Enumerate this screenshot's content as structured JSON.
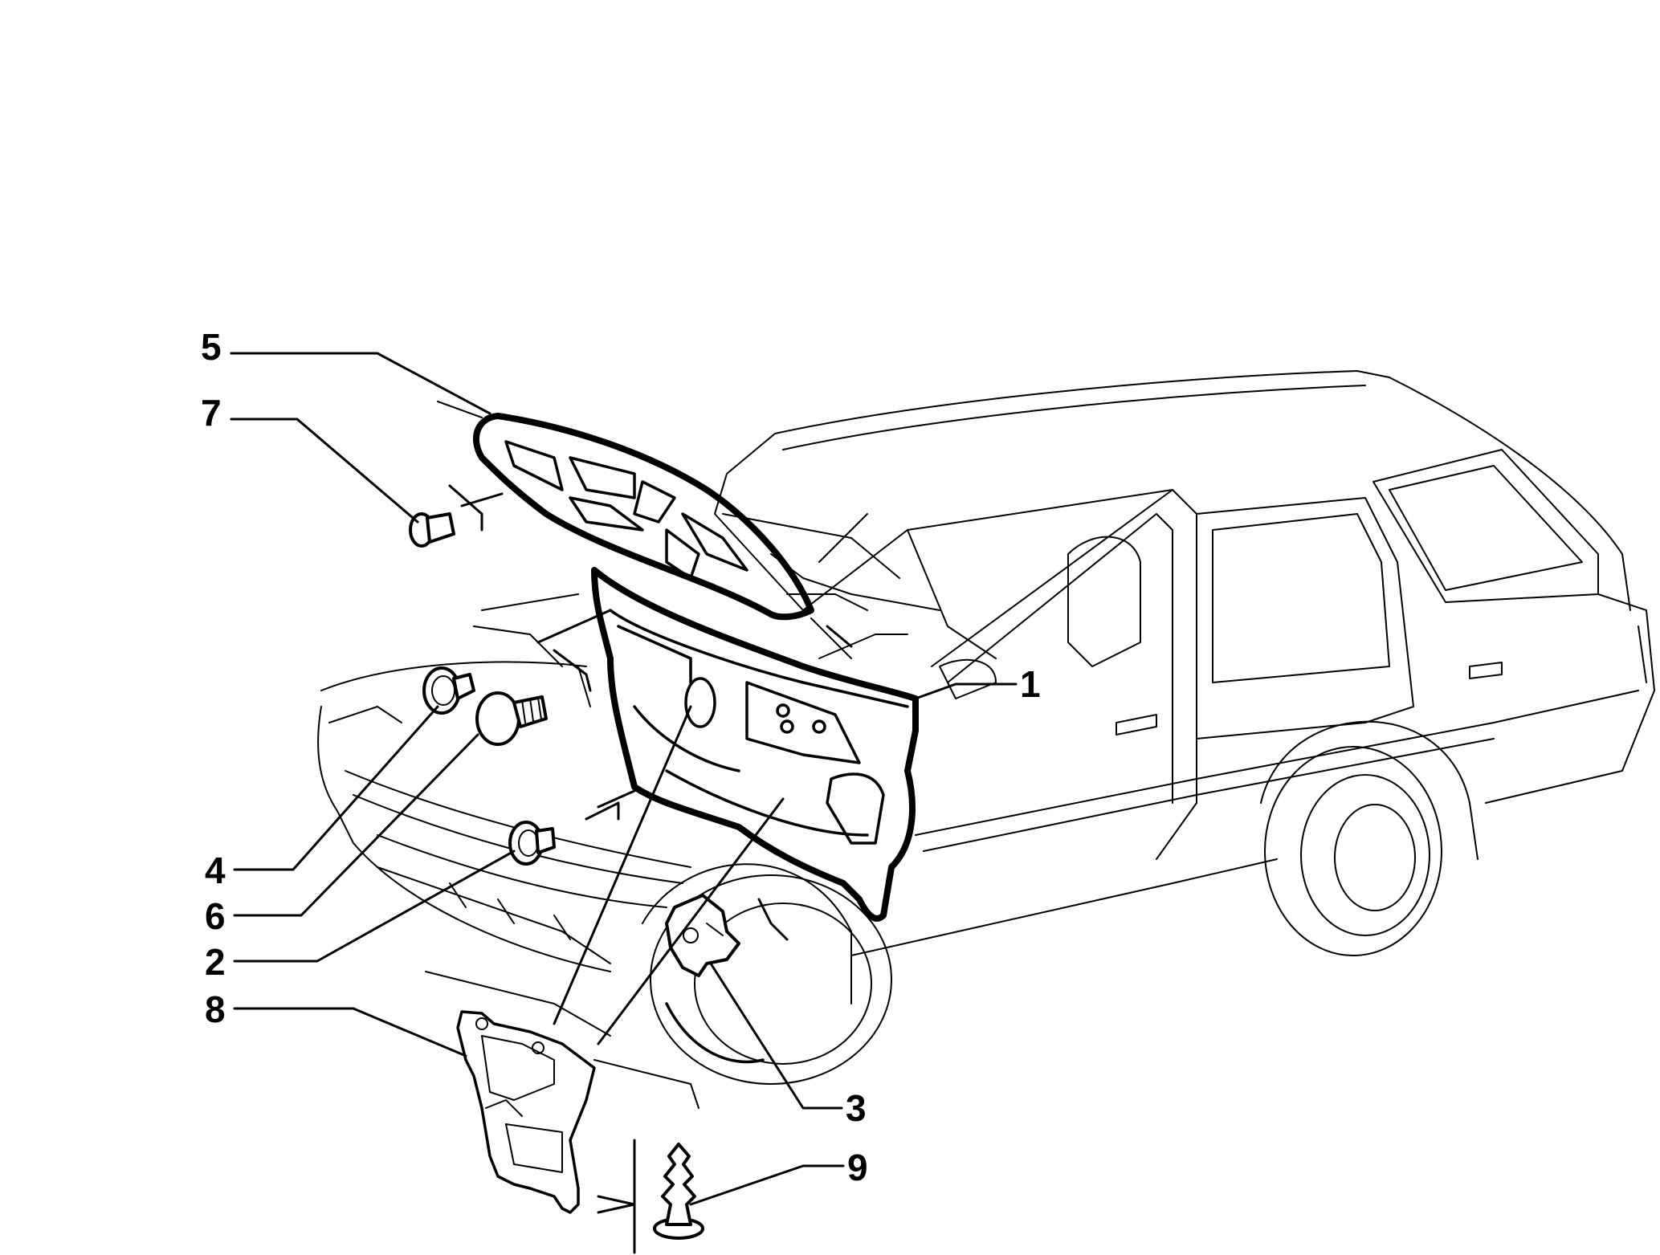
{
  "callouts": [
    {
      "id": "5",
      "label": "5"
    },
    {
      "id": "7",
      "label": "7"
    },
    {
      "id": "1",
      "label": "1"
    },
    {
      "id": "4",
      "label": "4"
    },
    {
      "id": "6",
      "label": "6"
    },
    {
      "id": "2",
      "label": "2"
    },
    {
      "id": "8",
      "label": "8"
    },
    {
      "id": "3",
      "label": "3"
    },
    {
      "id": "9",
      "label": "9"
    }
  ]
}
